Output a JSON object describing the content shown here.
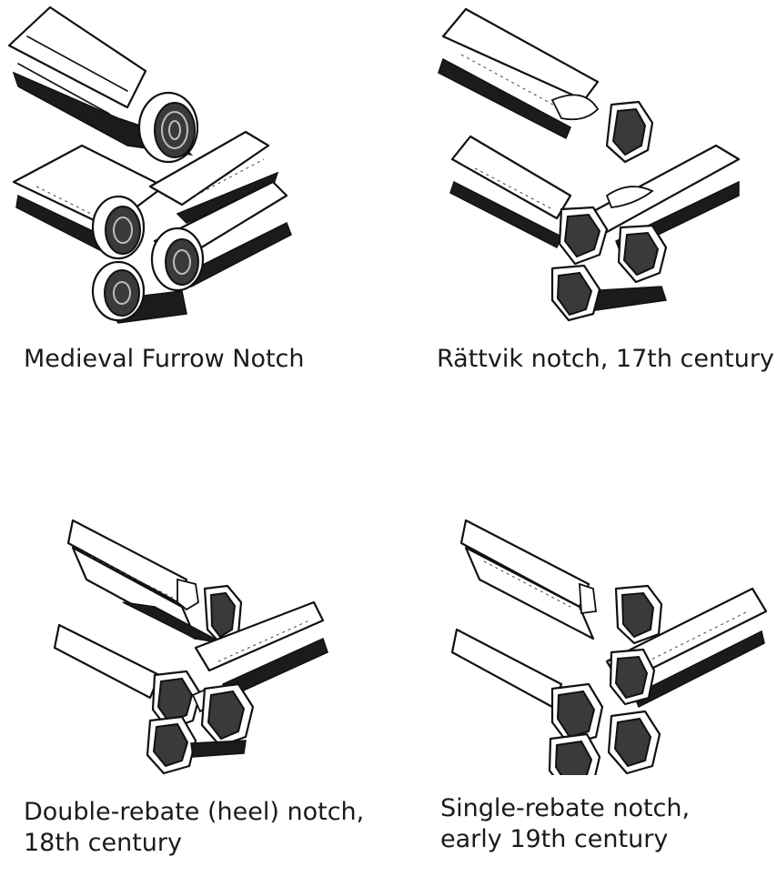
{
  "figure": {
    "panels": [
      {
        "caption": "Medieval Furrow Notch"
      },
      {
        "caption": "Rättvik notch, 17th century"
      },
      {
        "caption": "Double-rebate (heel) notch,\n18th century"
      },
      {
        "caption": "Single-rebate notch,\nearly 19th century"
      }
    ]
  }
}
